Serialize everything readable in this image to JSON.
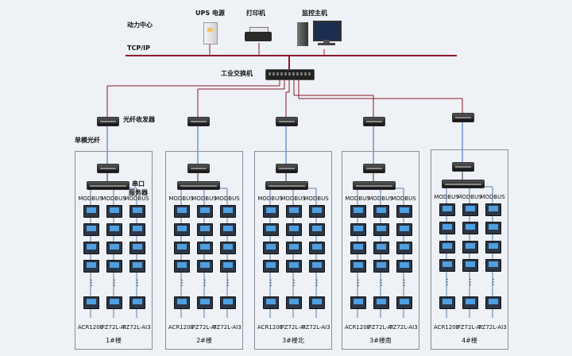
{
  "header": {
    "center_label": "动力中心",
    "network_label": "TCP/IP",
    "ups_label": "UPS 电源",
    "printer_label": "打印机",
    "monitor_label": "监控主机"
  },
  "switch_label": "工业交换机",
  "fiber_transceiver_label": "光纤收发器",
  "single_mode_fiber_label": "单模光纤",
  "serial_server_label_line1": "串口",
  "serial_server_label_line2": "服务器",
  "meter_bus_label": "MODBUS",
  "meter_models": [
    "ACR120E",
    "PZ72L-AI",
    "PZ72L-AI3"
  ],
  "ellipsis": "⋮",
  "buildings": [
    {
      "name": "1#楼"
    },
    {
      "name": "2#楼"
    },
    {
      "name": "3#楼北"
    },
    {
      "name": "3#楼南"
    },
    {
      "name": "4#楼"
    }
  ],
  "colors": {
    "network_line": "#8b1a2a",
    "fiber_line": "#3366cc",
    "modbus_line": "#5a7fb0",
    "panel_border": "#8a8f96"
  }
}
